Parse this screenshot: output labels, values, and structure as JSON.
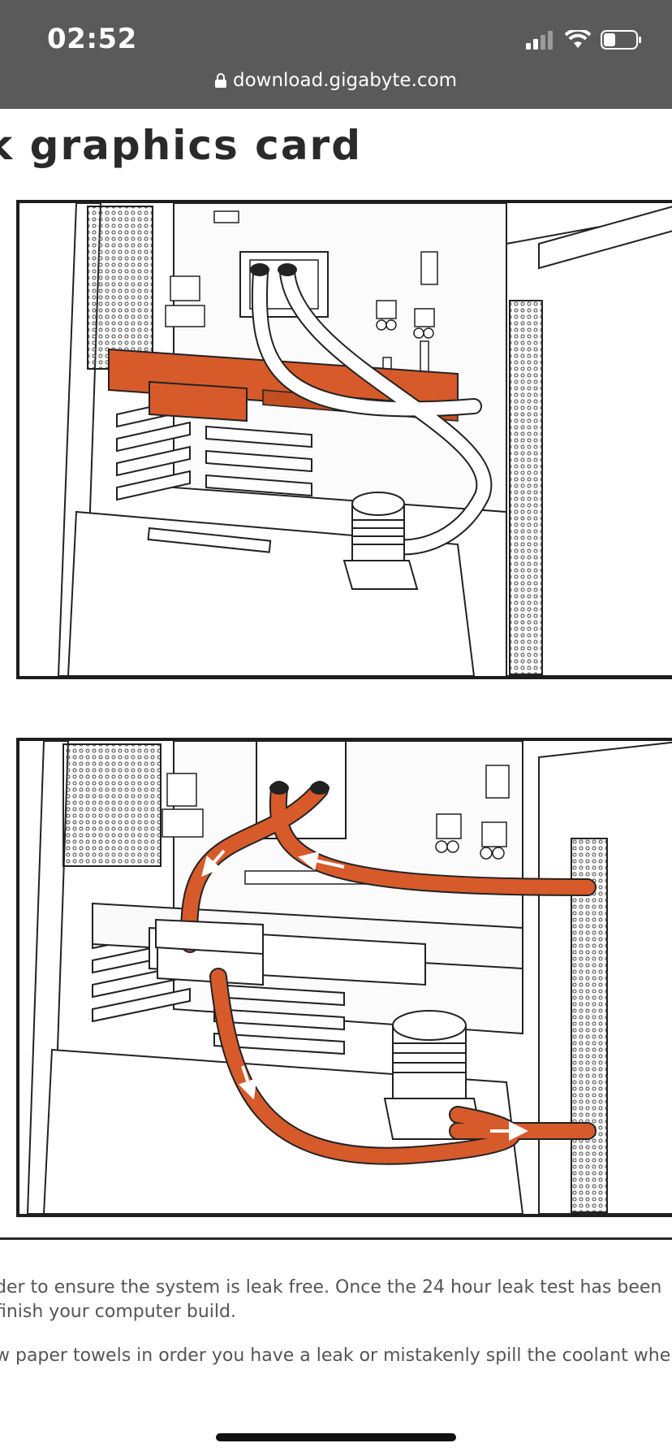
{
  "status_bar": {
    "time": "02:52",
    "icons": [
      "cellular-signal-icon",
      "wifi-icon",
      "battery-icon"
    ]
  },
  "browser": {
    "url": "download.gigabyte.com",
    "lock_icon": "lock-icon"
  },
  "page": {
    "heading": "k graphics card",
    "figures": [
      {
        "name": "figure-before-loop",
        "accent": "#d75a2b"
      },
      {
        "name": "figure-after-loop",
        "accent": "#d75a2b"
      }
    ],
    "paragraph1_line1": "der to ensure the system is leak free. Once the 24 hour leak test has been",
    "paragraph1_line2": " finish your computer build.",
    "paragraph2_line1": "w paper towels in order you have a leak or mistakenly spill the coolant when"
  },
  "colors": {
    "status_bar_bg": "#5a5a5a",
    "tube_orange": "#d75a2b",
    "text": "#555555"
  }
}
